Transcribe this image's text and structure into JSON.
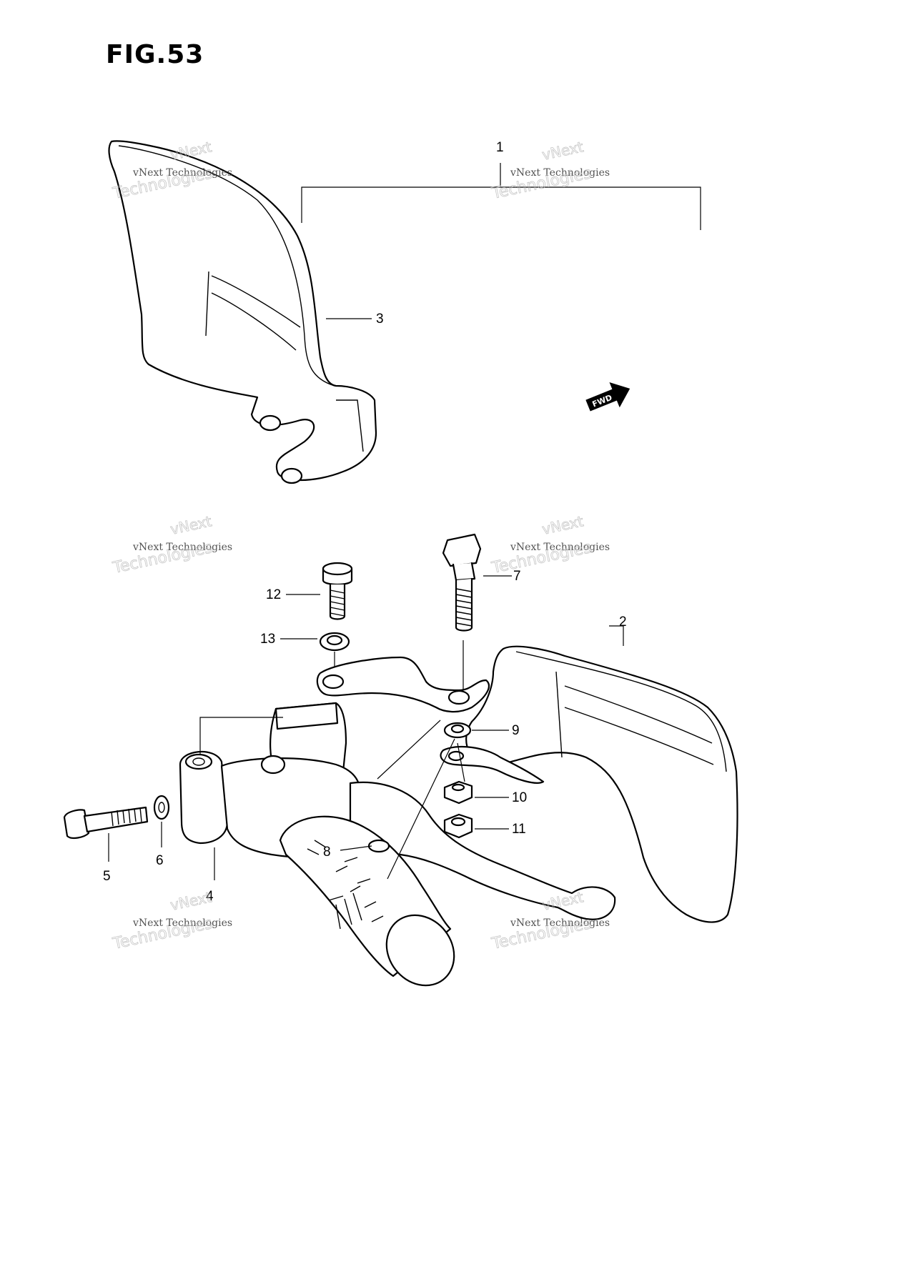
{
  "figure": {
    "title": "FIG.53",
    "fwd_label": "FWD"
  },
  "callouts": [
    {
      "id": "1",
      "label": "1"
    },
    {
      "id": "2",
      "label": "2"
    },
    {
      "id": "3",
      "label": "3"
    },
    {
      "id": "4",
      "label": "4"
    },
    {
      "id": "5",
      "label": "5"
    },
    {
      "id": "6",
      "label": "6"
    },
    {
      "id": "7",
      "label": "7"
    },
    {
      "id": "8",
      "label": "8"
    },
    {
      "id": "9",
      "label": "9"
    },
    {
      "id": "10",
      "label": "10"
    },
    {
      "id": "11",
      "label": "11"
    },
    {
      "id": "12",
      "label": "12"
    },
    {
      "id": "13",
      "label": "13"
    }
  ],
  "watermark": {
    "line0": "vNext",
    "line1": "vNext Technologies",
    "line2": "Technologies"
  }
}
